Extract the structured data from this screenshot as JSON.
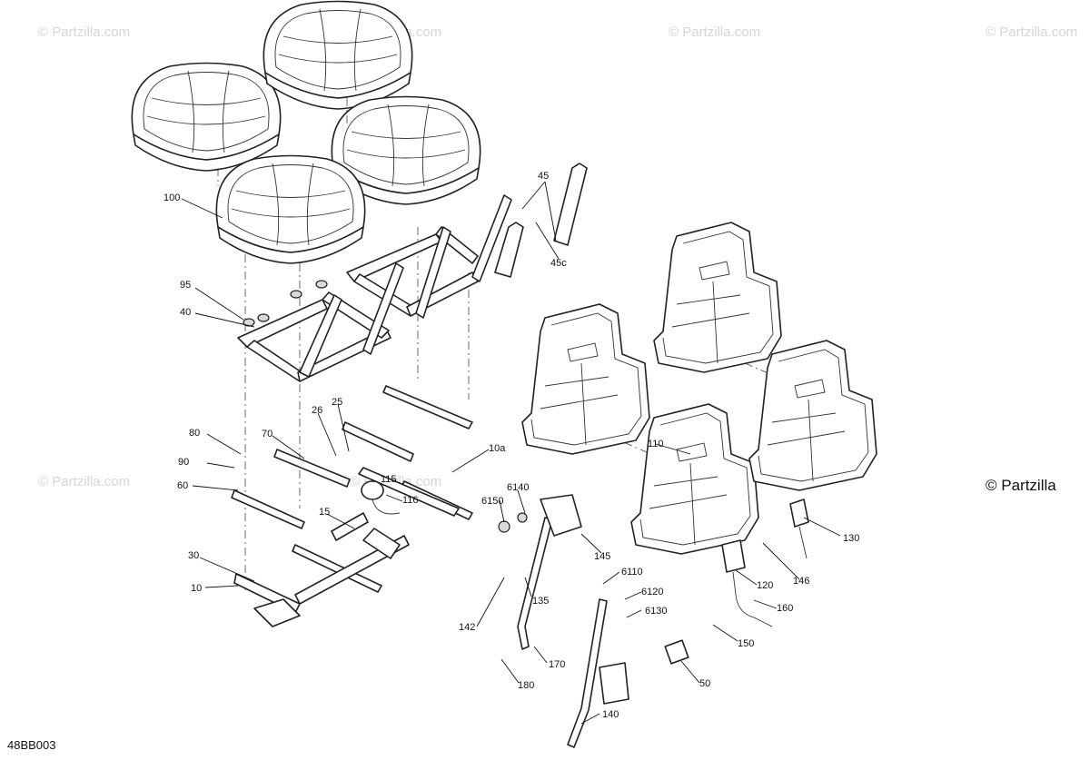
{
  "diagram_code": "48BB003",
  "watermark": {
    "text": "© Partzilla.com",
    "corner_text": "© Partzilla"
  },
  "callouts": {
    "c100": "100",
    "c95": "95",
    "c40": "40",
    "c80": "80",
    "c90": "90",
    "c60": "60",
    "c30": "30",
    "c10": "10",
    "c70": "70",
    "c26": "26",
    "c25": "25",
    "c15": "15",
    "c115": "115",
    "c116": "116",
    "c10a": "10a",
    "c45": "45",
    "c45c": "45c",
    "c110": "110",
    "c6140": "6140",
    "c6150": "6150",
    "c145": "145",
    "c135": "135",
    "c142": "142",
    "c170": "170",
    "c180": "180",
    "c140": "140",
    "c6110": "6110",
    "c6120": "6120",
    "c6130": "6130",
    "c50": "50",
    "c120": "120",
    "c146": "146",
    "c130": "130",
    "c160": "160",
    "c150": "150"
  }
}
